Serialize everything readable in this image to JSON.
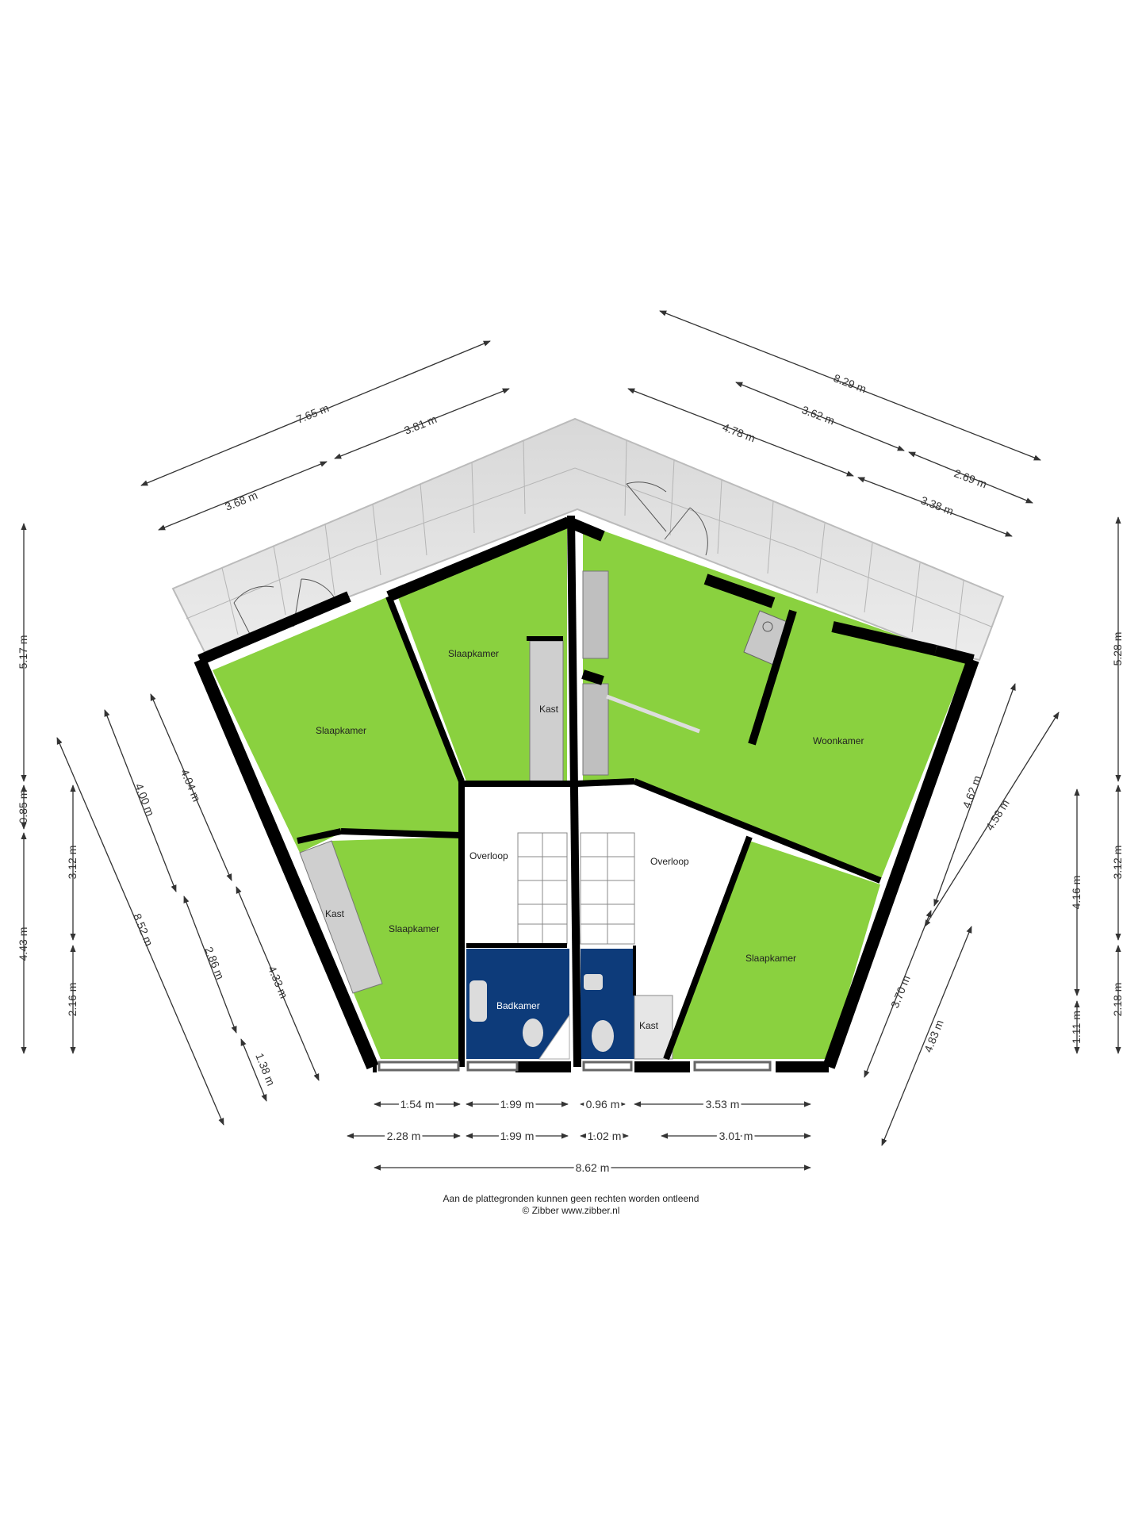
{
  "rooms": {
    "slaapkamer_left": "Slaapkamer",
    "slaapkamer_top": "Slaapkamer",
    "slaapkamer_lower_left": "Slaapkamer",
    "slaapkamer_lower_right": "Slaapkamer",
    "woonkamer": "Woonkamer",
    "overloop_left": "Overloop",
    "overloop_right": "Overloop",
    "badkamer": "Badkamer",
    "kast_top": "Kast",
    "kast_left": "Kast",
    "kast_bottom": "Kast"
  },
  "dimensions": {
    "top_left_outer": "7.65 m",
    "top_left_a": "3.68 m",
    "top_left_b": "3.81 m",
    "top_right_outer": "8.29 m",
    "top_right_a": "3.62 m",
    "top_right_b": "2.69 m",
    "top_right_c": "4.78 m",
    "top_right_d": "3.38 m",
    "left_v_1": "5.17 m",
    "left_v_2": "0.85 m",
    "left_v_3": "4.43 m",
    "left_v_4": "3.12 m",
    "left_v_5": "2.16 m",
    "left_diag_1": "8.52 m",
    "left_diag_2": "4.00 m",
    "left_diag_3": "2.86 m",
    "left_diag_4": "1.38 m",
    "left_diag_5": "4.04 m",
    "left_diag_6": "4.33 m",
    "right_v_1": "5.28 m",
    "right_v_2": "3.12 m",
    "right_v_3": "2.18 m",
    "right_v_4": "4.16 m",
    "right_v_5": "1.11 m",
    "right_diag_1": "4.62 m",
    "right_diag_2": "3.70 m",
    "right_diag_3": "4.58 m",
    "right_diag_4": "4.83 m",
    "bottom_1a": "1.54 m",
    "bottom_1b": "1.99 m",
    "bottom_1c": "0.96 m",
    "bottom_1d": "3.53 m",
    "bottom_2a": "2.28 m",
    "bottom_2b": "1.99 m",
    "bottom_2c": "1.02 m",
    "bottom_2d": "3.01 m",
    "bottom_total": "8.62 m"
  },
  "footer": {
    "line1": "Aan de plattegronden kunnen geen rechten worden ontleend",
    "line2": "© Zibber www.zibber.nl"
  },
  "colors": {
    "room_green": "#8ad13f",
    "bath_blue": "#0d3b7a",
    "terrace_grey": "#e3e3e3",
    "wall": "#000000"
  }
}
